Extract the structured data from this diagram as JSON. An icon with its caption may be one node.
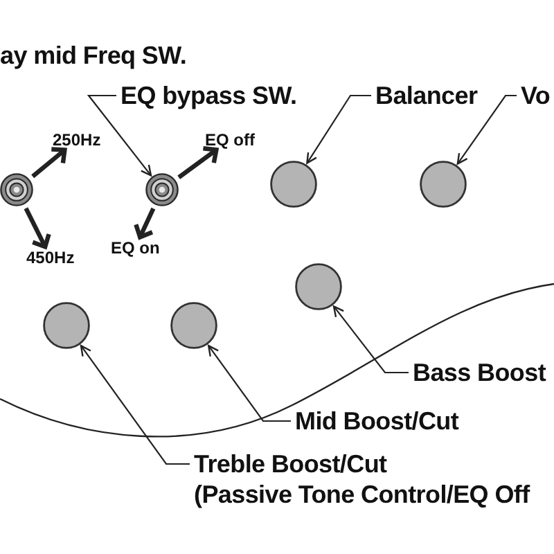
{
  "diagram": {
    "nodes": [
      {
        "text": [
          "EQ bypass SW."
        ]
      },
      {
        "text": [
          "Balancer"
        ]
      },
      {
        "text": [
          "Vo"
        ]
      },
      {
        "text": [
          "250Hz"
        ]
      },
      {
        "text": [
          "EQ off"
        ]
      },
      {
        "text": [],
        "shape": "circle"
      },
      {
        "text": [],
        "shape": "circle"
      },
      {
        "text": [],
        "shape": "circle"
      },
      {
        "text": [],
        "shape": "circle"
      },
      {
        "text": [
          "EQ on"
        ]
      },
      {
        "text": [
          "450Hz"
        ]
      },
      {
        "text": [],
        "shape": "circle"
      },
      {
        "text": [],
        "shape": "circle"
      },
      {
        "text": [],
        "shape": "circle"
      },
      {
        "text": [
          "Bass Boost"
        ]
      },
      {
        "text": [
          "Mid Boost/Cut"
        ]
      },
      {
        "text": [
          "Treble Boost/Cut",
          "(Passive Tone Control/EQ Off"
        ]
      }
    ],
    "edges": [
      {
        "from": 0,
        "to": 6,
        "arrow": "to"
      },
      {
        "from": 1,
        "to": 7,
        "arrow": "to"
      },
      {
        "from": 2,
        "to": 8,
        "arrow": "to"
      },
      {
        "from": 5,
        "to": 3,
        "arrow": "to",
        "style": "thick"
      },
      {
        "from": 5,
        "to": 10,
        "arrow": "to",
        "style": "thick"
      },
      {
        "from": 6,
        "to": 4,
        "arrow": "to",
        "style": "thick"
      },
      {
        "from": 6,
        "to": 9,
        "arrow": "to",
        "style": "thick"
      },
      {
        "from": 14,
        "to": 11,
        "arrow": "to"
      },
      {
        "from": 15,
        "to": 13,
        "arrow": "to"
      },
      {
        "from": 16,
        "to": 12,
        "arrow": "to"
      }
    ],
    "labels": [
      "ay mid Freq SW."
    ]
  }
}
